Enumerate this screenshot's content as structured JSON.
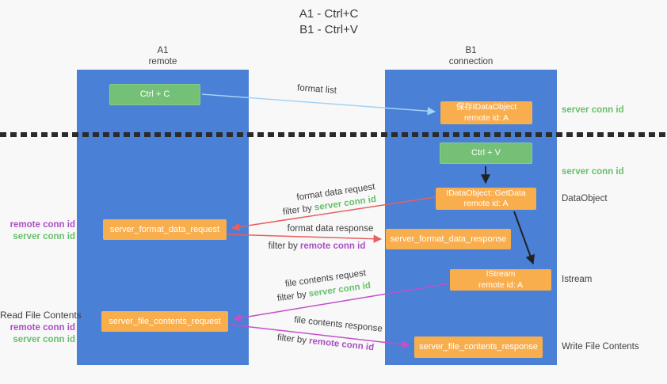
{
  "title": {
    "line1": "A1 - Ctrl+C",
    "line2": "B1 - Ctrl+V"
  },
  "columns": {
    "a": {
      "id": "A1",
      "role": "remote"
    },
    "b": {
      "id": "B1",
      "role": "connection"
    }
  },
  "nodes": {
    "ctrl_c": {
      "label": "Ctrl + C"
    },
    "save_idataobject": {
      "line1": "保存IDataObject",
      "line2": "remote id: A"
    },
    "ctrl_v": {
      "label": "Ctrl + V"
    },
    "getdata": {
      "line1": "IDataObject::GetData",
      "line2": "remote id: A"
    },
    "format_request": {
      "label": "server_format_data_request"
    },
    "format_response": {
      "label": "server_format_data_response"
    },
    "istream": {
      "line1": "IStream",
      "line2": "remote id: A"
    },
    "file_request": {
      "label": "server_file_contents_request"
    },
    "file_response": {
      "label": "server_file_contents_response"
    }
  },
  "annotations": {
    "server_conn_id_top": "server conn id",
    "server_conn_id_mid": "server conn id",
    "dataobject": "DataObject",
    "istream": "Istream",
    "write_file_contents": "Write File Contents",
    "read_file_contents": "Read File Contents",
    "left_remote_conn_id_1": "remote conn id",
    "left_server_conn_id_1": "server conn id",
    "left_remote_conn_id_2": "remote conn id",
    "left_server_conn_id_2": "server conn id"
  },
  "arrow_labels": {
    "format_list": "format list",
    "format_data_request": "format data request",
    "format_data_response": "format data response",
    "file_contents_request": "file contents request",
    "file_contents_response": "file contents response",
    "filter_by_1": "filter by ",
    "filter_value_1": "server conn id",
    "filter_by_2": "filter by ",
    "filter_value_2": "remote conn id",
    "filter_by_3": "filter by ",
    "filter_value_3": "server conn id",
    "filter_by_4": "filter by ",
    "filter_value_4": "remote conn id"
  },
  "colors": {
    "column_blue": "#4a80d6",
    "node_green": "#74c076",
    "node_orange": "#f9ae4e",
    "arrow_blue": "#a5d2f3",
    "arrow_red": "#e95f5f",
    "arrow_magenta": "#c44fc9",
    "arrow_black": "#222222",
    "text_green": "#67bf6b",
    "text_purple": "#ab4ec4",
    "text_dark": "#3f3f3f",
    "background": "#f8f8f8"
  }
}
